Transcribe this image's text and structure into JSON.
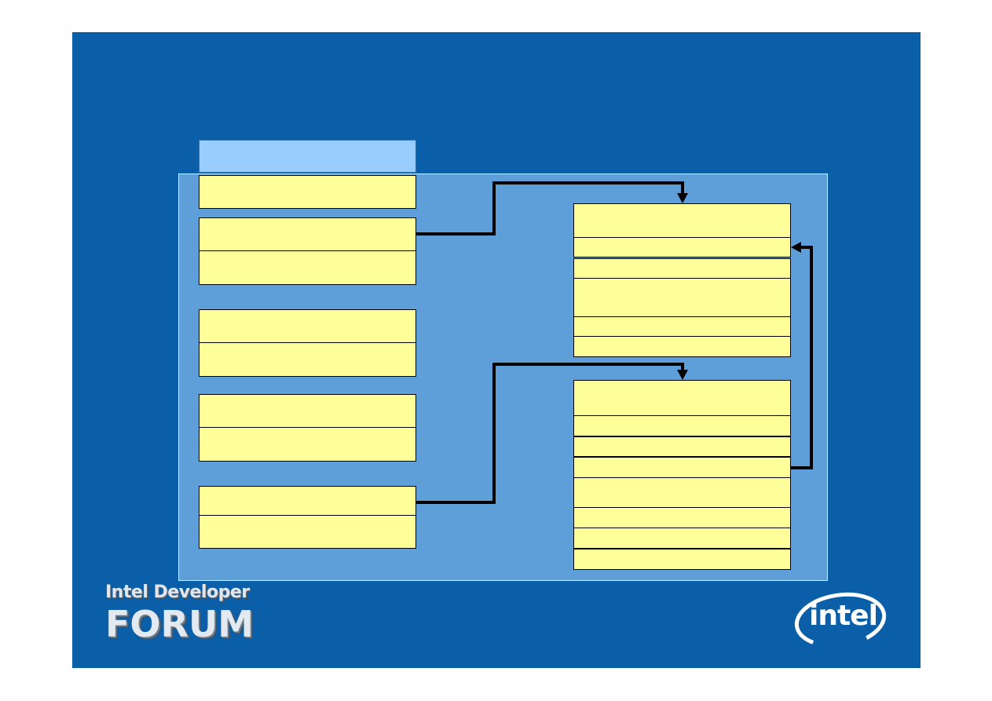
{
  "logos": {
    "event_line1": "Intel Developer",
    "event_line2": "FORUM",
    "brand": "intel"
  },
  "colors": {
    "slide_background": "#0b5fa8",
    "panel_background": "#5f9fd9",
    "box_fill": "#ffff99",
    "header_fill": "#99ccff",
    "connector": "#000000"
  },
  "left_column": {
    "header_label": "",
    "boxes": [
      "",
      "",
      "",
      "",
      "",
      "",
      "",
      "",
      ""
    ]
  },
  "right_column": {
    "upper_struct_rows": [
      "",
      "",
      "",
      "",
      "",
      ""
    ],
    "lower_struct_rows": [
      "",
      "",
      "",
      "",
      "",
      "",
      "",
      ""
    ]
  }
}
